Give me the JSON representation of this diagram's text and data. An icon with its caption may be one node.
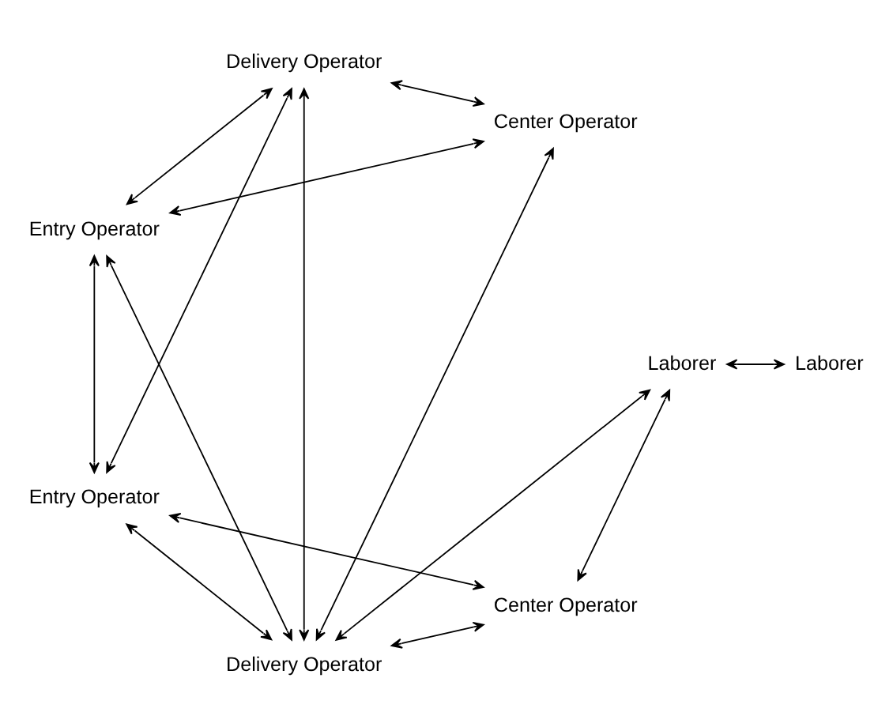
{
  "diagram": {
    "nodes": [
      {
        "text": [
          "Laborer"
        ]
      },
      {
        "text": [
          "Laborer"
        ]
      },
      {
        "text": [
          "Center Operator"
        ]
      },
      {
        "text": [
          "Center Operator"
        ]
      },
      {
        "text": [
          "Entry Operator"
        ]
      },
      {
        "text": [
          "Delivery Operator"
        ]
      },
      {
        "text": [
          "Entry Operator"
        ]
      },
      {
        "text": [
          "Delivery Operator"
        ]
      }
    ],
    "edges": [
      {
        "from": 0,
        "to": 1,
        "arrow": "both"
      },
      {
        "from": 0,
        "to": 7,
        "arrow": "both"
      },
      {
        "from": 0,
        "to": 3,
        "arrow": "both"
      },
      {
        "from": 2,
        "to": 5,
        "arrow": "both"
      },
      {
        "from": 2,
        "to": 7,
        "arrow": "both"
      },
      {
        "from": 2,
        "to": 6,
        "arrow": "both"
      },
      {
        "from": 3,
        "to": 4,
        "arrow": "both"
      },
      {
        "from": 3,
        "to": 7,
        "arrow": "both"
      },
      {
        "from": 4,
        "to": 5,
        "arrow": "both"
      },
      {
        "from": 4,
        "to": 7,
        "arrow": "both"
      },
      {
        "from": 4,
        "to": 6,
        "arrow": "both"
      },
      {
        "from": 5,
        "to": 6,
        "arrow": "both"
      },
      {
        "from": 5,
        "to": 7,
        "arrow": "both"
      },
      {
        "from": 6,
        "to": 7,
        "arrow": "both"
      }
    ]
  }
}
